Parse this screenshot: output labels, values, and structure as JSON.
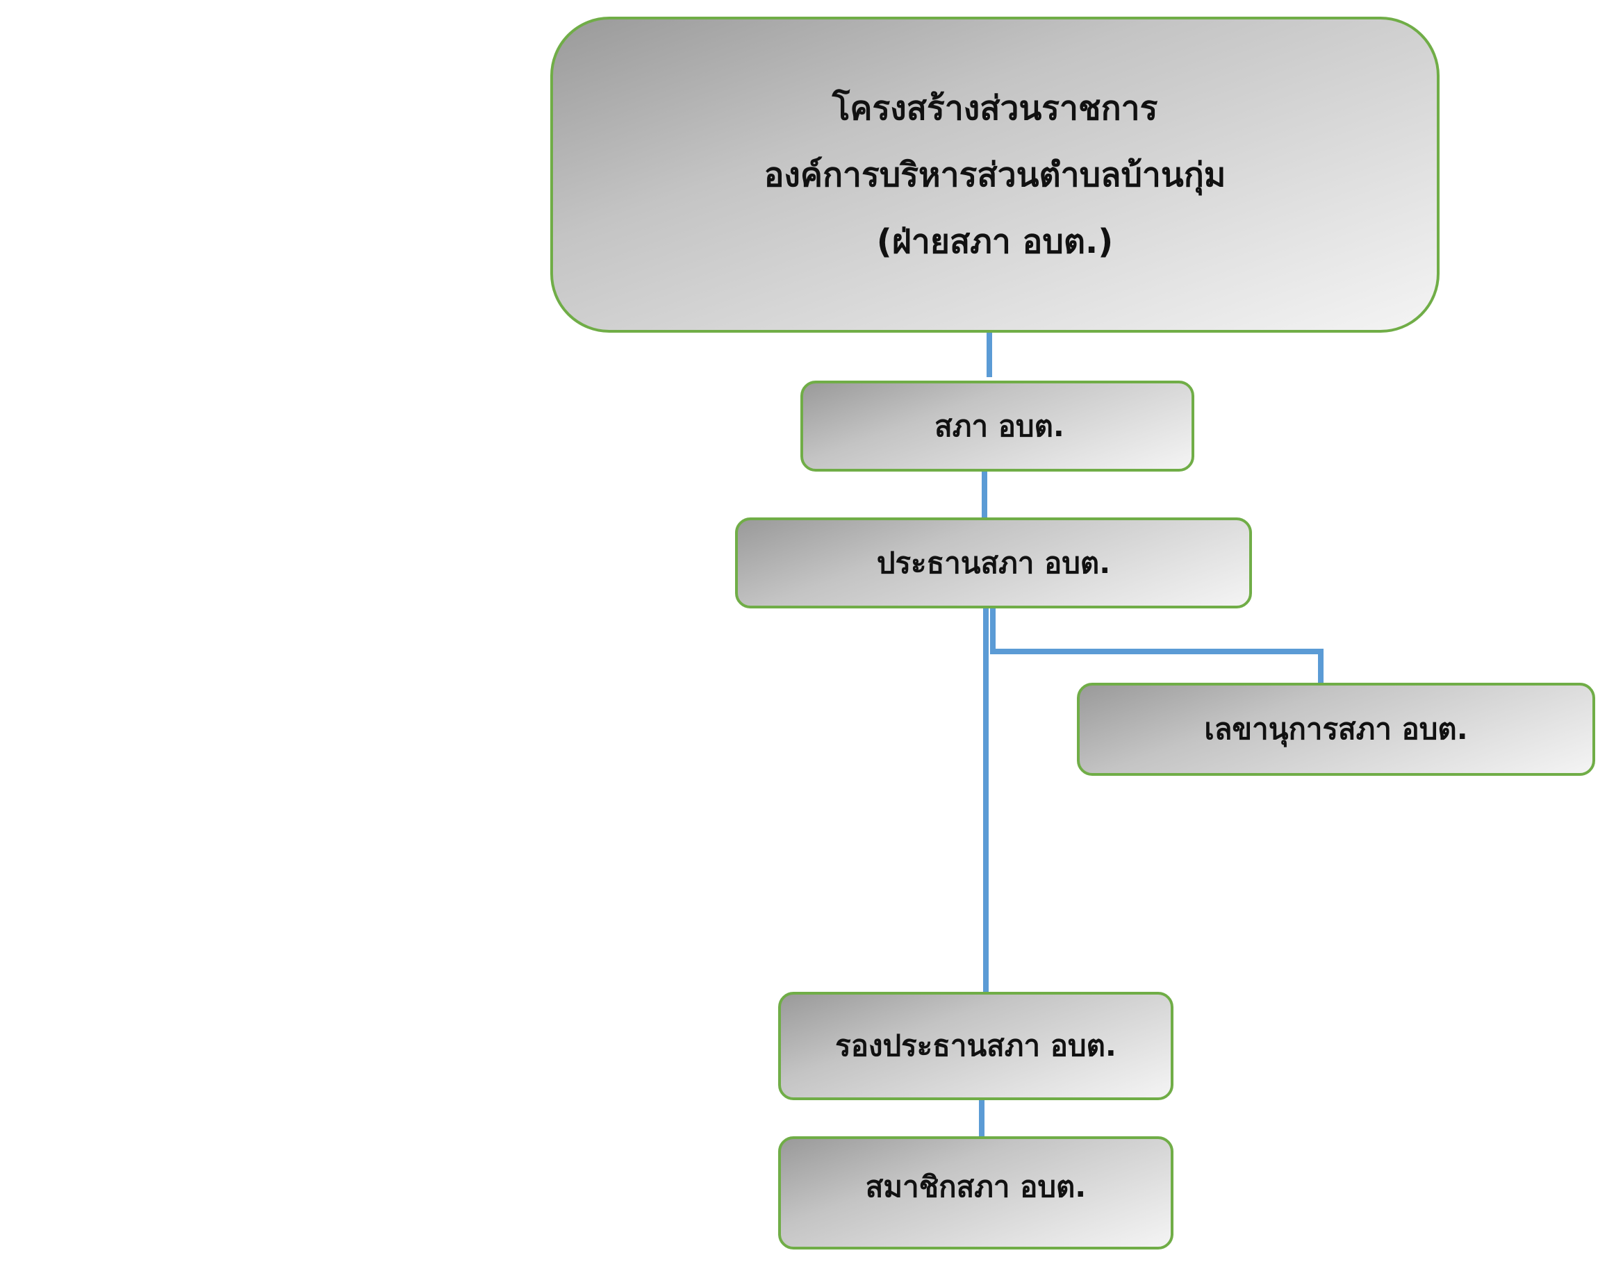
{
  "diagram": {
    "title": {
      "line1": "โครงสร้างส่วนราชการ",
      "line2": "องค์การบริหารส่วนตำบลบ้านกุ่ม",
      "line3": "(ฝ่ายสภา อบต.)"
    },
    "nodes": {
      "council": "สภา อบต.",
      "chairman": "ประธานสภา อบต.",
      "secretary": "เลขานุการสภา อบต.",
      "vice_chairman": "รองประธานสภา อบต.",
      "members": "สมาชิกสภา อบต."
    },
    "colors": {
      "box_border": "#70ad47",
      "connector": "#5b9bd5",
      "text": "#111111"
    }
  }
}
